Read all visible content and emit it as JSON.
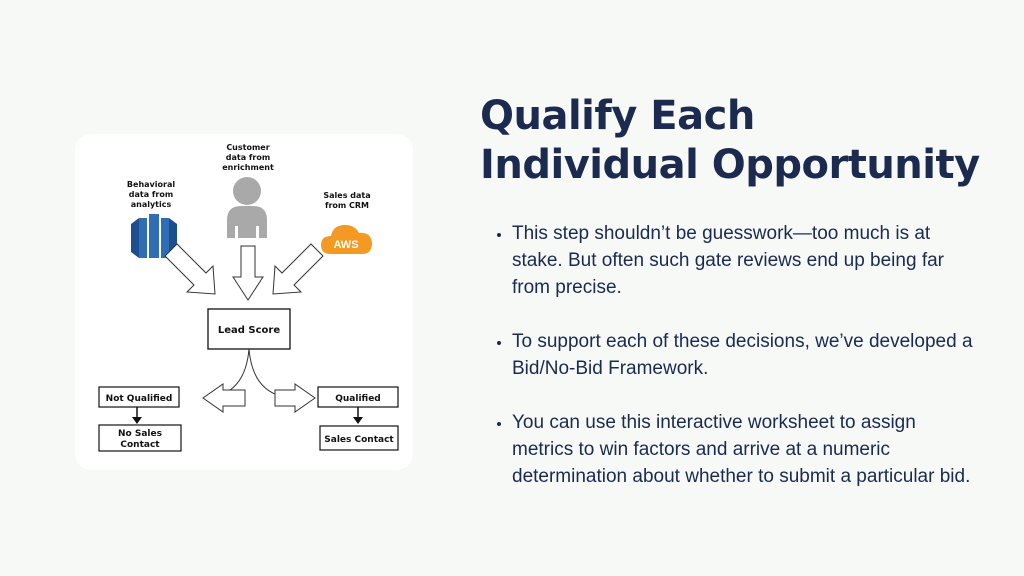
{
  "title": {
    "line1": "Qualify Each",
    "line2": "Individual Opportunity"
  },
  "bullets": [
    "This step shouldn’t be guesswork—too much is at stake. But often such gate reviews end up being far from precise.",
    "To support each of these decisions, we’ve developed a Bid/No-Bid Framework.",
    "You can use this interactive worksheet to assign metrics to win factors and arrive at a numeric determination about whether to submit a particular bid."
  ],
  "diagram": {
    "sources": {
      "customer": [
        "Customer",
        "data from",
        "enrichment"
      ],
      "behavioral": [
        "Behavioral",
        "data from",
        "analytics"
      ],
      "sales": [
        "Sales data",
        "from CRM"
      ],
      "aws_logo": "AWS"
    },
    "lead_score": "Lead Score",
    "not_qualified": "Not Qualified",
    "no_sales_contact": [
      "No Sales",
      "Contact"
    ],
    "qualified": "Qualified",
    "sales_contact": "Sales Contact",
    "icons": [
      "database-icon",
      "person-icon",
      "aws-cloud-icon"
    ]
  },
  "colors": {
    "background": "#f7f9f6",
    "title": "#1b2a4e",
    "aws_orange": "#f29a24",
    "database_blue": "#2f6db5",
    "person_gray": "#a9a9a9"
  }
}
